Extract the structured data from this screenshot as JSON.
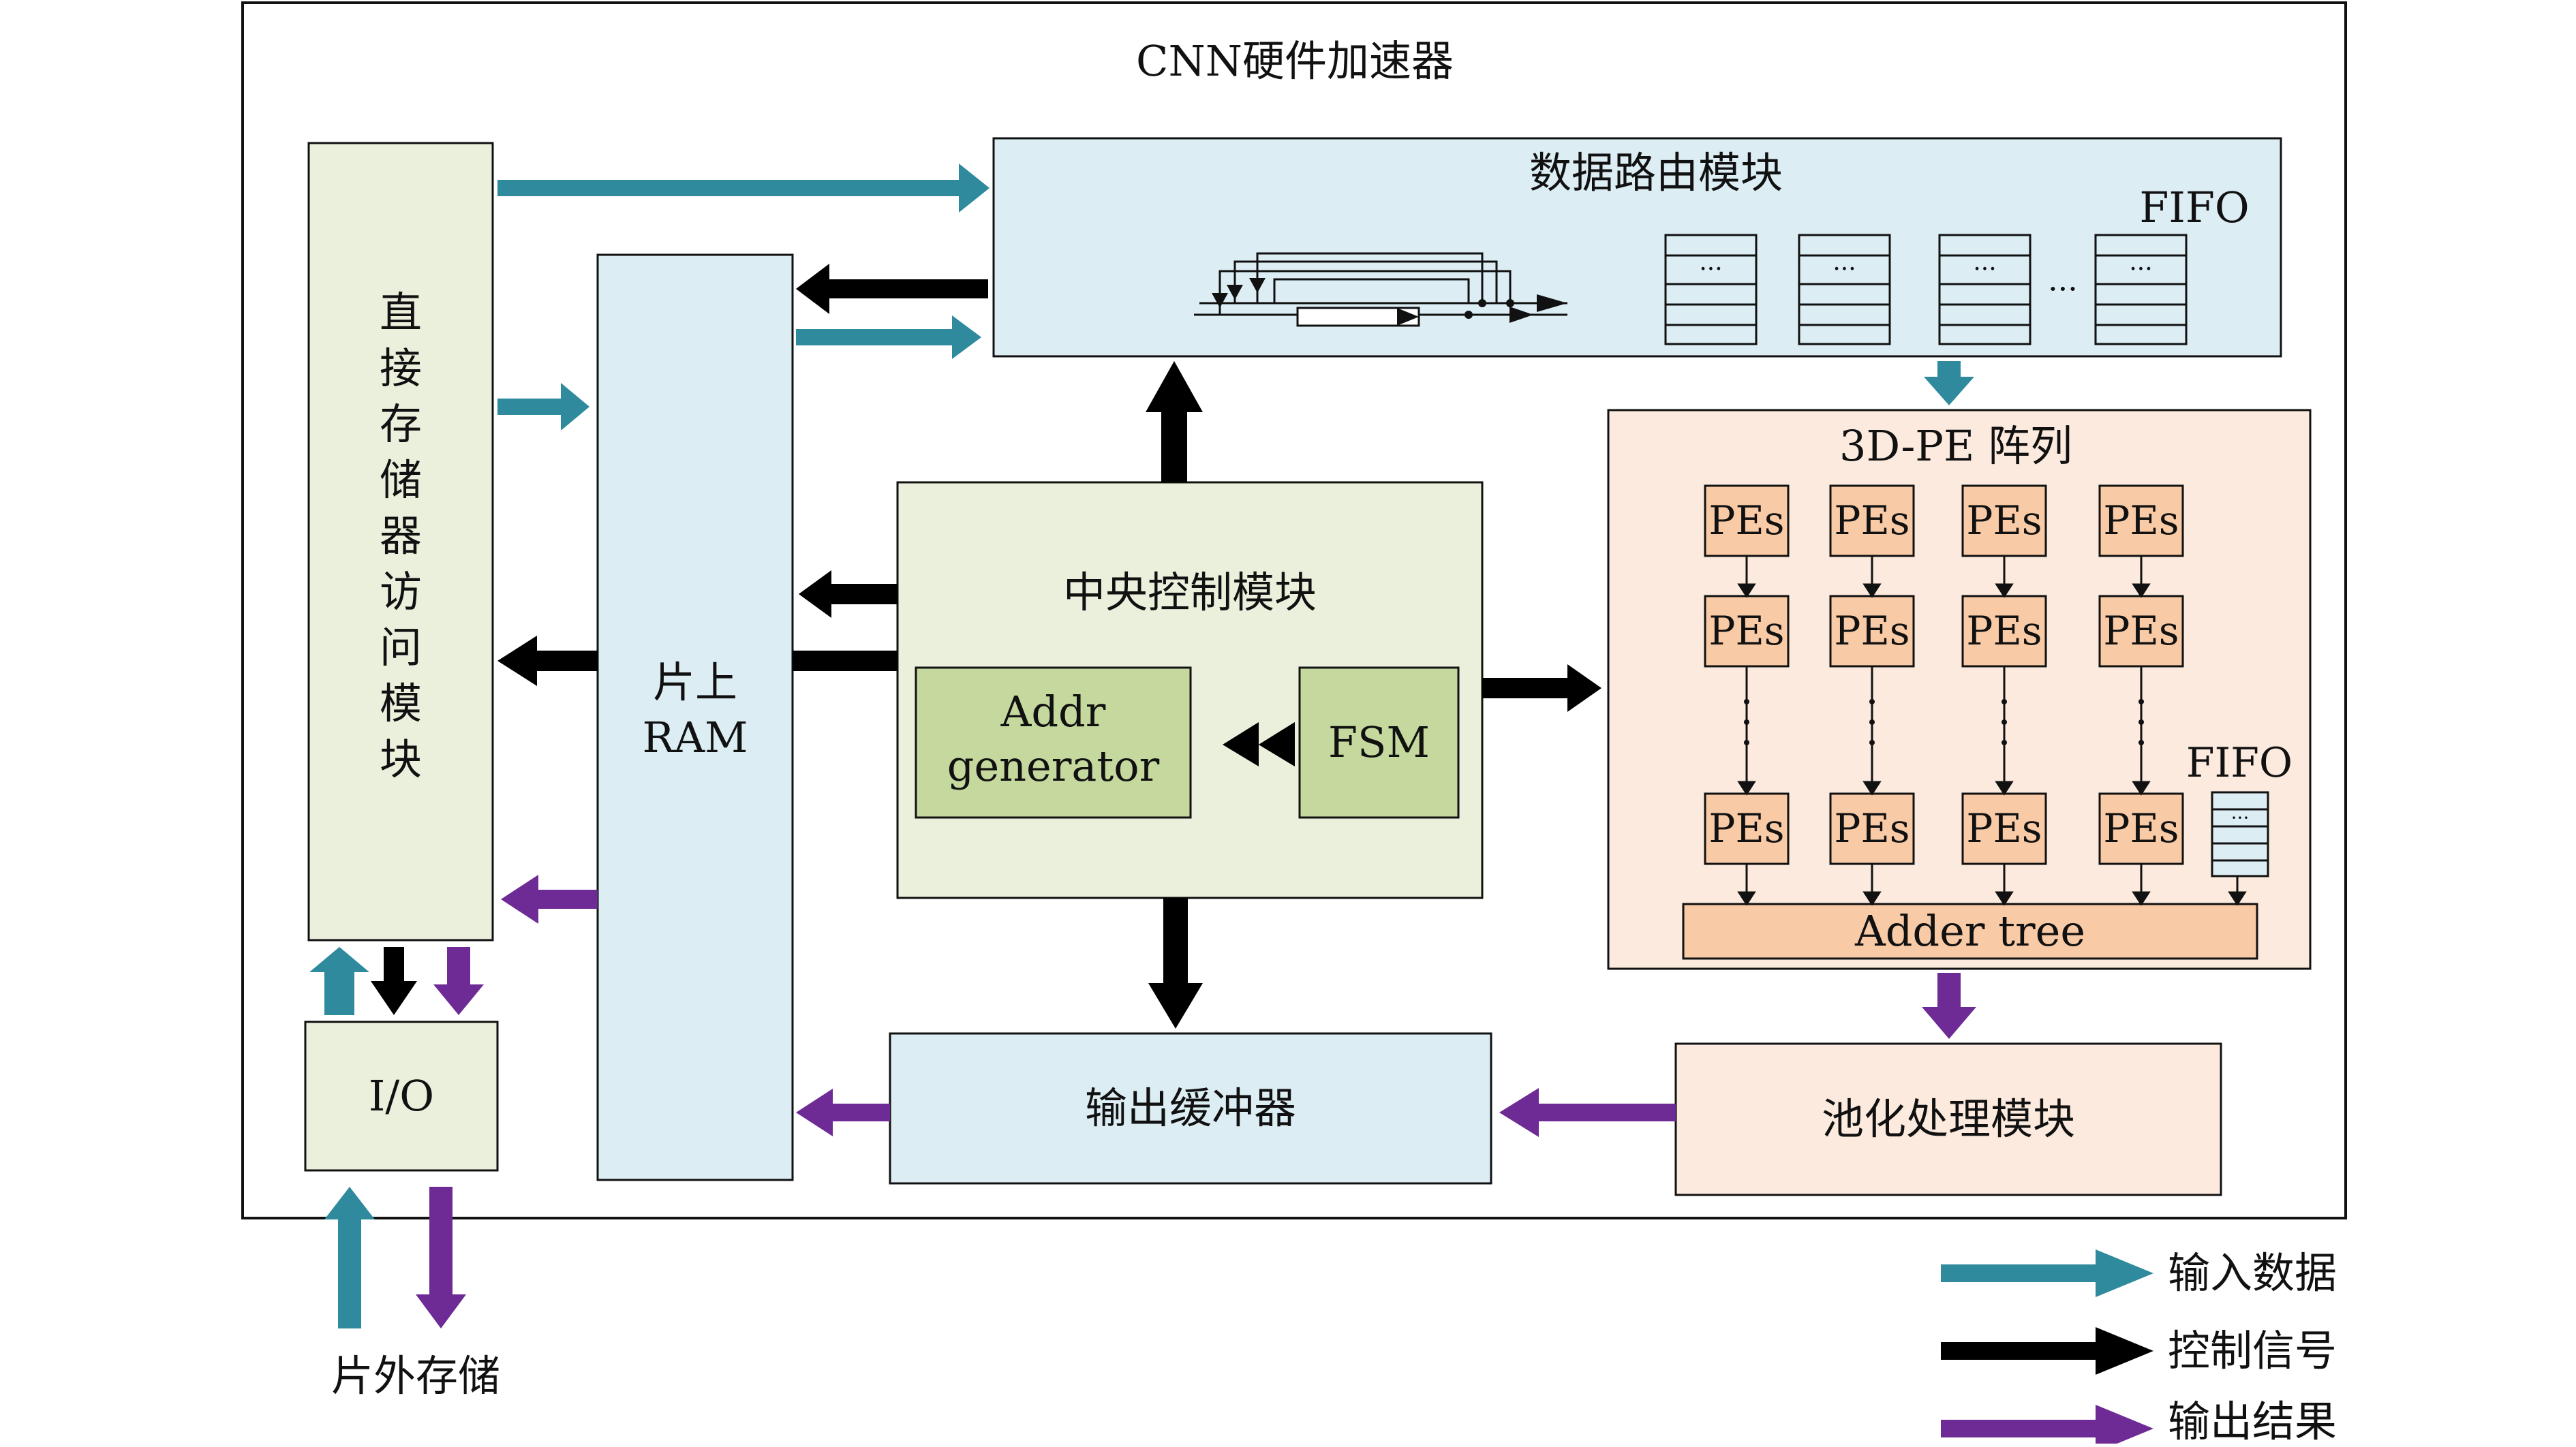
{
  "title": "CNN硬件加速器",
  "blocks": {
    "dma": [
      "直",
      "接",
      "存",
      "储",
      "器",
      "访",
      "问",
      "模",
      "块"
    ],
    "io": "I/O",
    "ram_line1": "片上",
    "ram_line2": "RAM",
    "data_routing": "数据路由模块",
    "routing_fifo": "FIFO",
    "ellipsis": "···",
    "central_control": "中央控制模块",
    "addr_line1": "Addr",
    "addr_line2": "generator",
    "fsm": "FSM",
    "pe_array": "3D-PE 阵列",
    "pe_cell": "PEs",
    "pe_fifo": "FIFO",
    "adder_tree": "Adder tree",
    "pooling": "池化处理模块",
    "output_buffer": "输出缓冲器",
    "external_storage": "片外存储"
  },
  "legend": [
    {
      "label": "输入数据",
      "color": "#2e8a9c"
    },
    {
      "label": "控制信号",
      "color": "#000000"
    },
    {
      "label": "输出结果",
      "color": "#6e2b95"
    }
  ],
  "colors": {
    "input": "#2e8a9c",
    "control": "#000000",
    "output": "#6e2b95",
    "panel_green": "#ebf0dd",
    "panel_blue": "#dcedf4",
    "panel_peach": "#fbeadd",
    "pe_fill": "#f8caa6",
    "addr_fill": "#c5d99e"
  }
}
